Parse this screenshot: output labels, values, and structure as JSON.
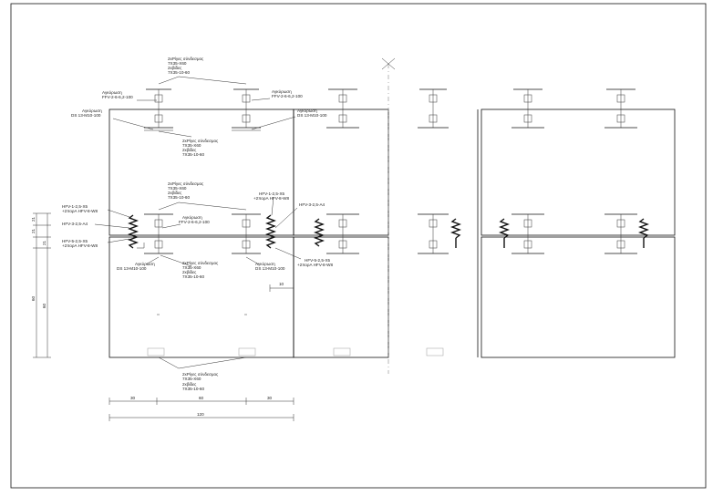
{
  "labels": {
    "top_sheet": [
      "2xPίγες σύνδεσμος",
      "7X35-X60",
      "2xβίδες",
      "7X35-10-60"
    ],
    "anchor_tl": [
      "Αγκύρωση",
      "FFV-2-6-6,2-100"
    ],
    "anchor_tr": [
      "Αγκύρωση",
      "FFV-2-6-6,2-100"
    ],
    "dowel_tl": [
      "Αγκύρωση",
      "DS 13-M10-100"
    ],
    "dowel_tr": [
      "Αγκύρωση",
      "DS 13-M10-100"
    ],
    "mid_sheet_upper": [
      "2xPίγες σύνδεσμος",
      "7X35-X60",
      "2xβίδες",
      "7X35-10-60"
    ],
    "mid_top": [
      "2xPίγες σύνδεσμος",
      "7X35-X60",
      "2xβίδες",
      "7X35-10-60"
    ],
    "anchor_mid": [
      "Αγκύρωση",
      "FFV-2-6-6,2-100"
    ],
    "hfv_l1": [
      "HFV-1-2,5-X5",
      "+2πορΑ HFV-8-W8"
    ],
    "hfv_l2": "HFV-3-2,5-A4",
    "hfv_l3": [
      "HFV-5-2,5-X5",
      "+2πορΑ HFV-8-W8"
    ],
    "hfv_r1": [
      "HFV-1-2,5-X5",
      "+2πορΑ HFV-8-W8"
    ],
    "hfv_r2": "HFV-3-2,5-A4",
    "hfv_r3": [
      "HFV-5-2,5-X5",
      "+2πορΑ HFV-8-W8"
    ],
    "dowel_bl": [
      "Αγκύρωση",
      "DS 13-M10-100"
    ],
    "dowel_br": [
      "Αγκύρωση",
      "DS 13-M10-100"
    ],
    "mid_bottom": [
      "2xPίγες σύνδεσμος",
      "7X35-X60",
      "2xβίδες",
      "7X35-10-60"
    ],
    "bottom": [
      "2xPίγες σύνδεσμος",
      "7X35-X60",
      "2xβίδες",
      "7X35-10-60"
    ]
  },
  "dimensions": {
    "horizontal": [
      "30",
      "60",
      "30"
    ],
    "total": "120",
    "vertical_small": [
      "21",
      "21",
      "21"
    ],
    "vertical_left": "60",
    "vertical_right": "60",
    "detail": "10"
  }
}
